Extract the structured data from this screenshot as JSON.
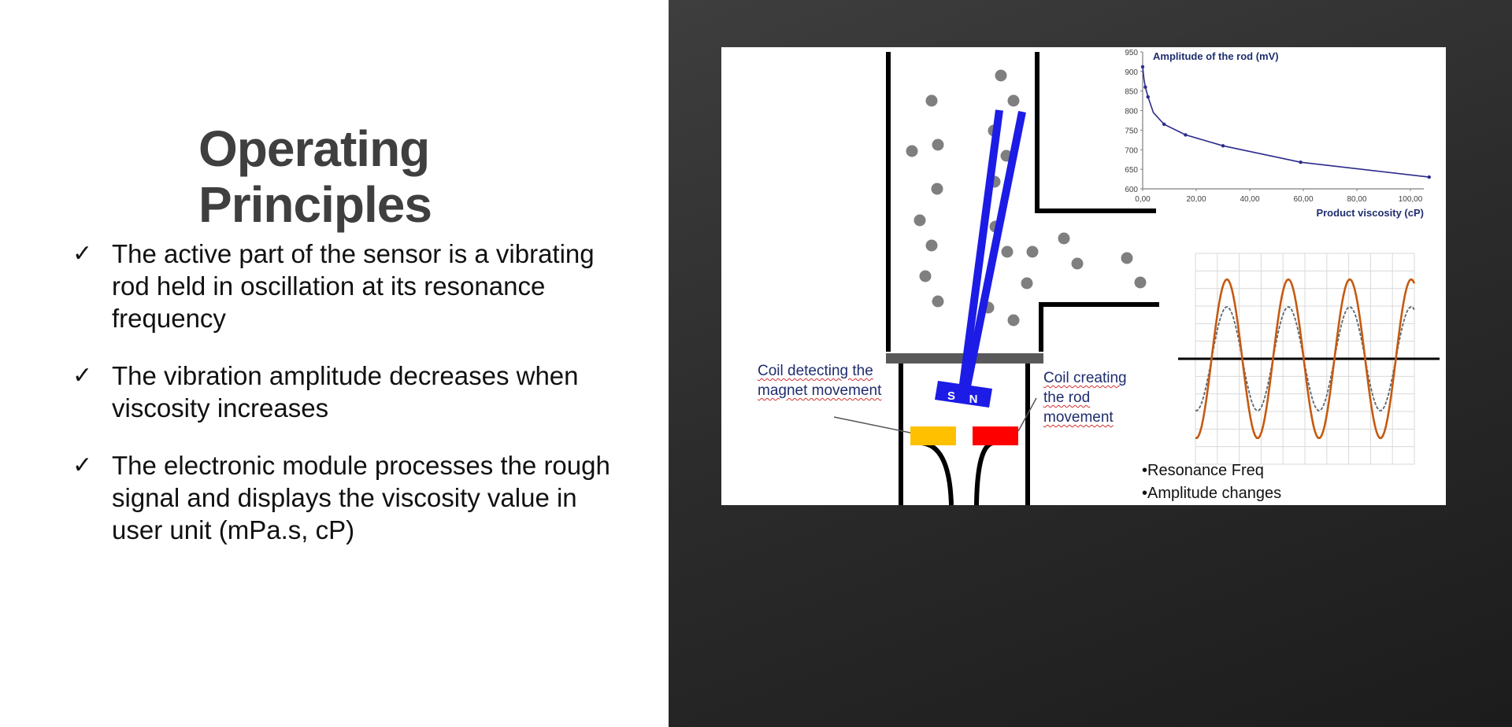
{
  "slide": {
    "title_lines": [
      "Operating",
      "Principles"
    ],
    "check_symbol": "✓",
    "bullets": [
      "The active part of the sensor is a vibrating rod held in oscillation at its resonance frequency",
      "The vibration amplitude decreases when viscosity increases",
      "The electronic module processes the rough signal and displays the viscosity value in user unit (mPa.s, cP)"
    ]
  },
  "diagram": {
    "labels": {
      "coil_detecting": [
        "Coil detecting the",
        "magnet movement"
      ],
      "coil_creating": [
        "Coil creating",
        "the rod",
        "movement"
      ]
    },
    "magnet": {
      "south": "S",
      "north": "N"
    },
    "notes": [
      "•Resonance Freq",
      "•Amplitude changes"
    ],
    "colors": {
      "rod": "#1c1ce6",
      "particles": "#7f7f7f",
      "coil_detecting": "#ffc000",
      "coil_creating": "#ff0000",
      "wave_large": "#c55a11",
      "wave_small": "#5b6770"
    }
  },
  "chart_data": {
    "type": "line",
    "title": "Amplitude of the rod (mV)",
    "xlabel": "Product viscosity (cP)",
    "ylabel": "",
    "xlim": [
      0,
      105
    ],
    "ylim": [
      600,
      950
    ],
    "x_ticks": [
      "0,00",
      "20,00",
      "40,00",
      "60,00",
      "80,00",
      "100,00"
    ],
    "y_ticks": [
      "600",
      "650",
      "700",
      "750",
      "800",
      "850",
      "900",
      "950"
    ],
    "series": [
      {
        "x": [
          0,
          0.5,
          1,
          2,
          4,
          8,
          16,
          30,
          59,
          107
        ],
        "y": [
          912,
          880,
          860,
          835,
          795,
          765,
          738,
          710,
          668,
          630
        ]
      }
    ],
    "color": "#2b2b8c"
  }
}
